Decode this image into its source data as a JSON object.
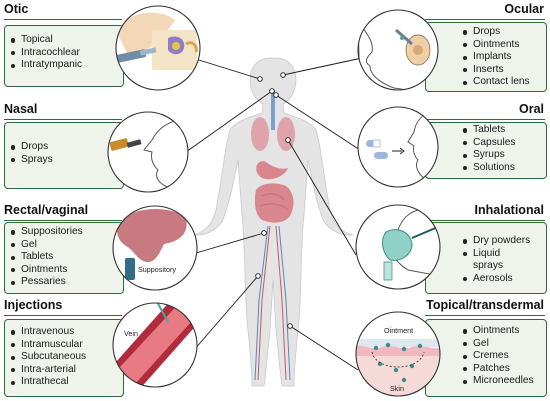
{
  "routes": {
    "otic": {
      "title": "Otic",
      "items": [
        "Topical",
        "Intracochlear",
        "Intratympanic"
      ]
    },
    "nasal": {
      "title": "Nasal",
      "items": [
        "Drops",
        "Sprays"
      ]
    },
    "rectal": {
      "title": "Rectal/vaginal",
      "items": [
        "Suppositories",
        "Gel",
        "Tablets",
        "Ointments",
        "Pessaries"
      ],
      "illustration_label": "Suppository"
    },
    "injections": {
      "title": "Injections",
      "items": [
        "Intravenous",
        "Intramuscular",
        "Subcutaneous",
        "Intra-arterial",
        "Intrathecal"
      ],
      "illustration_label": "Vein"
    },
    "ocular": {
      "title": "Ocular",
      "items": [
        "Drops",
        "Ointments",
        "Implants",
        "Inserts",
        "Contact lens"
      ]
    },
    "oral": {
      "title": "Oral",
      "items": [
        "Tablets",
        "Capsules",
        "Syrups",
        "Solutions"
      ]
    },
    "inhalational": {
      "title": "Inhalational",
      "items": [
        "Dry powders",
        "Liquid sprays",
        "Aerosols"
      ]
    },
    "topical": {
      "title": "Topical/transdermal",
      "items": [
        "Ointments",
        "Gel",
        "Cremes",
        "Patches",
        "Microneedles"
      ],
      "illustration_labels": [
        "Ointment",
        "Skin"
      ]
    }
  },
  "colors": {
    "accent_green": "#2f6b3a",
    "panel_fill": "#eef4ec",
    "body_gray": "#e4e4e4",
    "organ_pink": "#d9868f",
    "vessel_blue": "#5b86b8",
    "vessel_red": "#c25a64"
  }
}
